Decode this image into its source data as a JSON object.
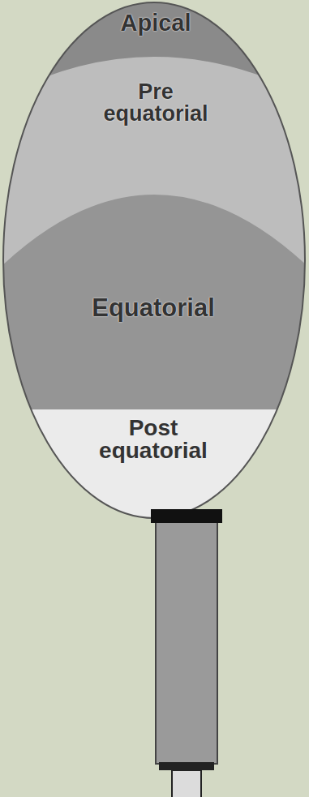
{
  "diagram": {
    "nodes": [
      {
        "text": [
          "Apical"
        ]
      },
      {
        "text": [
          "Pre equatorial"
        ]
      },
      {
        "text": [
          "Equatorial"
        ]
      },
      {
        "text": [
          "Post equatorial"
        ]
      }
    ]
  }
}
